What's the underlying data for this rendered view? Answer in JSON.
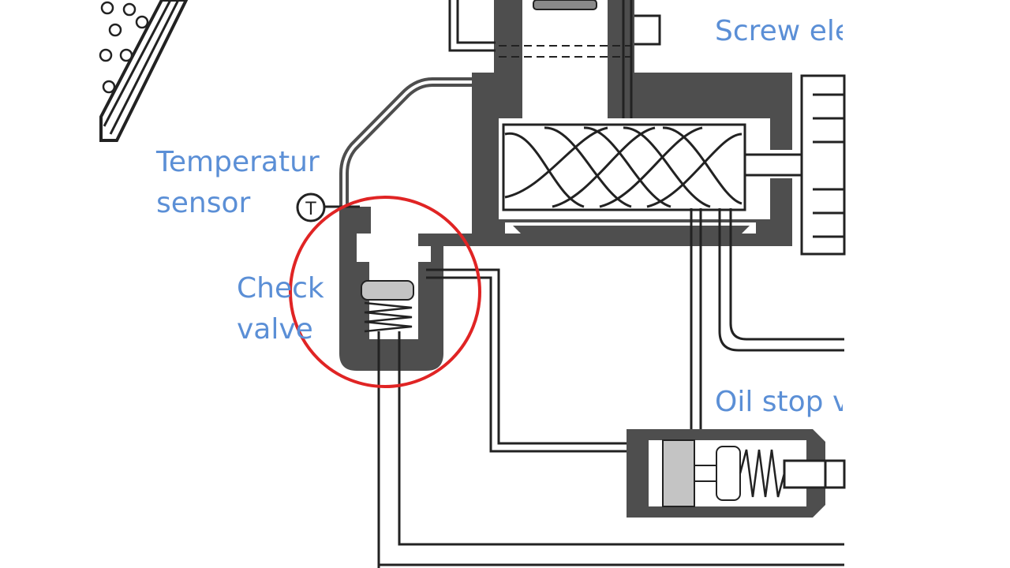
{
  "labels": {
    "screw_element": "Screw ele",
    "temperature_sensor_line1": "Temperatur",
    "temperature_sensor_line2": "sensor",
    "check_valve_line1": "Check",
    "check_valve_line2": "valve",
    "oil_stop_valve": "Oil stop v"
  },
  "sensor_symbol": "T",
  "colors": {
    "housing": "#4e4e4e",
    "label": "#5b8fd6",
    "highlight_circle": "#e02424",
    "valve_plug": "#c4c4c4",
    "line": "#222222"
  }
}
